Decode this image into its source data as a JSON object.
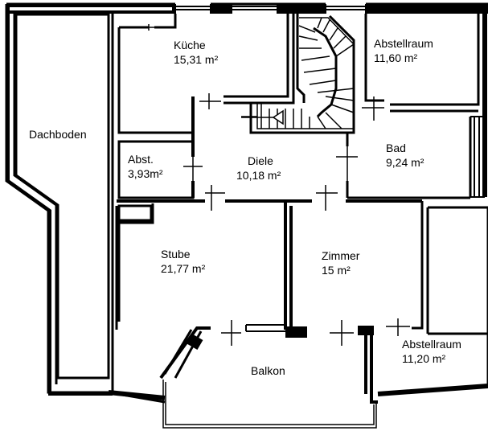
{
  "rooms": {
    "dachboden": {
      "name": "Dachboden"
    },
    "kueche": {
      "name": "Küche",
      "area": "15,31 m²"
    },
    "abstellraum_top": {
      "name": "Abstellraum",
      "area": "11,60 m²"
    },
    "abst": {
      "name": "Abst.",
      "area": "3,93m²"
    },
    "diele": {
      "name": "Diele",
      "area": "10,18 m²"
    },
    "bad": {
      "name": "Bad",
      "area": "9,24 m²"
    },
    "stube": {
      "name": "Stube",
      "area": "21,77 m²"
    },
    "zimmer": {
      "name": "Zimmer",
      "area": "15 m²"
    },
    "abstellraum_bottom": {
      "name": "Abstellraum",
      "area": "11,20 m²"
    },
    "balkon": {
      "name": "Balkon"
    }
  },
  "colors": {
    "wall": "#000000",
    "background": "#ffffff"
  }
}
